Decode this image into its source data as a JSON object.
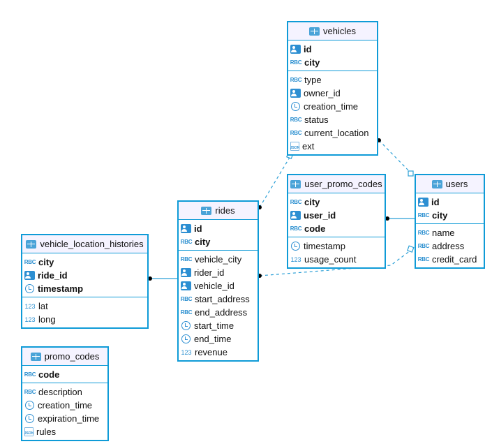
{
  "colors": {
    "border": "#0f9bd7",
    "header_bg": "#f5f3ff",
    "icon": "#2d8fd2"
  },
  "tables": [
    {
      "id": "vehicles",
      "name": "vehicles",
      "keys": [
        {
          "name": "id",
          "type": "key"
        },
        {
          "name": "city",
          "type": "abc"
        }
      ],
      "columns": [
        {
          "name": "type",
          "type": "abc"
        },
        {
          "name": "owner_id",
          "type": "key"
        },
        {
          "name": "creation_time",
          "type": "clock"
        },
        {
          "name": "status",
          "type": "abc"
        },
        {
          "name": "current_location",
          "type": "abc"
        },
        {
          "name": "ext",
          "type": "json"
        }
      ]
    },
    {
      "id": "users",
      "name": "users",
      "keys": [
        {
          "name": "id",
          "type": "key"
        },
        {
          "name": "city",
          "type": "abc"
        }
      ],
      "columns": [
        {
          "name": "name",
          "type": "abc"
        },
        {
          "name": "address",
          "type": "abc"
        },
        {
          "name": "credit_card",
          "type": "abc"
        }
      ]
    },
    {
      "id": "user_promo_codes",
      "name": "user_promo_codes",
      "keys": [
        {
          "name": "city",
          "type": "abc"
        },
        {
          "name": "user_id",
          "type": "key"
        },
        {
          "name": "code",
          "type": "abc"
        }
      ],
      "columns": [
        {
          "name": "timestamp",
          "type": "clock"
        },
        {
          "name": "usage_count",
          "type": "num"
        }
      ]
    },
    {
      "id": "rides",
      "name": "rides",
      "keys": [
        {
          "name": "id",
          "type": "key"
        },
        {
          "name": "city",
          "type": "abc"
        }
      ],
      "columns": [
        {
          "name": "vehicle_city",
          "type": "abc"
        },
        {
          "name": "rider_id",
          "type": "key"
        },
        {
          "name": "vehicle_id",
          "type": "key"
        },
        {
          "name": "start_address",
          "type": "abc"
        },
        {
          "name": "end_address",
          "type": "abc"
        },
        {
          "name": "start_time",
          "type": "clock"
        },
        {
          "name": "end_time",
          "type": "clock"
        },
        {
          "name": "revenue",
          "type": "num"
        }
      ]
    },
    {
      "id": "vehicle_location_histories",
      "name": "vehicle_location_histories",
      "keys": [
        {
          "name": "city",
          "type": "abc"
        },
        {
          "name": "ride_id",
          "type": "key"
        },
        {
          "name": "timestamp",
          "type": "clock"
        }
      ],
      "columns": [
        {
          "name": "lat",
          "type": "num"
        },
        {
          "name": "long",
          "type": "num"
        }
      ]
    },
    {
      "id": "promo_codes",
      "name": "promo_codes",
      "keys": [
        {
          "name": "code",
          "type": "abc"
        }
      ],
      "columns": [
        {
          "name": "description",
          "type": "abc"
        },
        {
          "name": "creation_time",
          "type": "clock"
        },
        {
          "name": "expiration_time",
          "type": "clock"
        },
        {
          "name": "rules",
          "type": "json"
        }
      ]
    }
  ],
  "relationships": [
    {
      "from": "vehicles",
      "to": "users",
      "style": "dashed"
    },
    {
      "from": "rides",
      "to": "vehicles",
      "style": "dashed"
    },
    {
      "from": "user_promo_codes",
      "to": "users",
      "style": "solid"
    },
    {
      "from": "rides",
      "to": "users",
      "style": "dashed"
    },
    {
      "from": "vehicle_location_histories",
      "to": "rides",
      "style": "solid"
    }
  ],
  "icon_labels": {
    "abc": "RBC",
    "num": "123",
    "json": "JSON"
  }
}
